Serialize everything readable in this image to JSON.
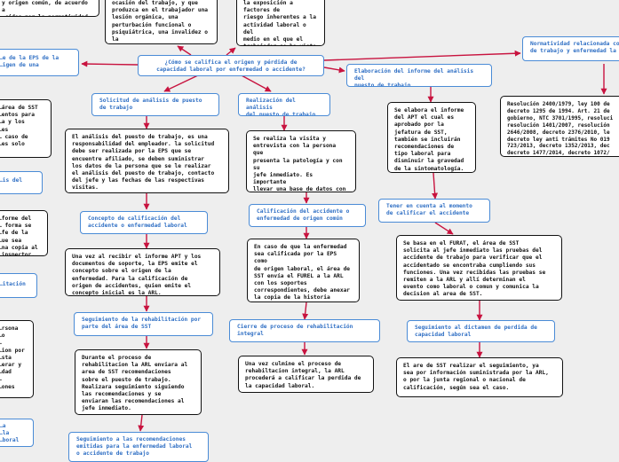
{
  "colors": {
    "connector": "#c8133f",
    "blue_border": "#4a8bd6",
    "blue_text": "#2f6fc4",
    "background": "#eeeeee"
  },
  "nodes": {
    "left_top_text": "y origen común, de acuerdo a\n…cidos por la normatividad",
    "accident_def": "ocasión del trabajo, y que\nproduzca en el trabajador una\nlesión orgánica, una\nperturbación funcional o\npsiquiátrica, una invalidez o la\nmuerte.",
    "disease_def": "la exposición a factores de\nriesgo inherentes a la\nactividad laboral o del\nmedio en el que el\ntrabajador se ha visto\nobligado a trabajar.",
    "central_question": "¿Cómo se califica el origen y pérdida de\ncapacidad laboral por enfermedad o accidente?",
    "left_eps": "…e de la EPS de la\n…igen de una",
    "normativity_title": "Normatividad relacionada co\nde trabajo y enfermedad la",
    "normativity_text": "Resolución 2400/1979, ley 100 de\ndecreto 1295 de 1994. Art. 21 de\ngobierno, NTC 3701/1995, resoluci\nresolución 1401/2007, resolución\n2646/2008, decreto 2376/2010, le\ndecreto ley anti trámites No 019\n723/2013, decreto 1352/2013, dec\ndecreto 1477/2014, decreto 1072/",
    "report_title": "Elaboración del informe del análisis del\npuesto de trabajo",
    "report_text": "Se elabora el informe\ndel APT el cual es\naprobado por la\njefatura de SST,\ntambién se incluirán\nrecomendaciones de\ntipo laboral para\ndisminuir la gravedad\nde la sintomatología.",
    "request_title": "Solicitud de análisis de puesto\nde trabajo",
    "request_text": "El análisis del puesto de trabajo, es una\nresponsabilidad del empleador. la solicitud\ndebe ser realizada por la EPS que se\nencuentre afiliado, se deben suministrar\nlos datos de la persona que se le realizar\nel análisis del puesto de trabajo, contacto\ndel jefe y las fechas de las respectivas\nvisitas.",
    "analysis_title": "Realización del análisis\ndel puesto de trabajo",
    "analysis_text": "Se realiza la visita y\nentrevista con la persona que\npresenta la patología y con su\njefe inmediato. Es importante\nllevar una base de datos con el\nregistro de los mismos fecha de\nsolicitud, quien lo realizo,\ncuando se envió etc.",
    "left_area_text": "…área de SST\n…entos para\n…a y los\n…es\n… caso de\n…es solo",
    "left_blue_1": "…is del",
    "concept_title": "Concepto de calificación del\naccidente o enfermedad laboral",
    "concept_text": "Una vez al recibir el informe APT y los\ndocumentos de soporte, la EPS emite el\nconcepto sobre el origen de la\nenfermedad. Para la calificación de\norigen de accidentes, quien emite el\nconcepto inicial es la ARL.",
    "common_title": "Calificación del accidente o\nenfermedad de origen común",
    "common_text": "En caso de que la enfermedad\nsea calificada por la EPS como\nde origen laboral, el área de\nSST envía el FUREL a la ARL\ncon los soportes\ncorrespondientes, debe anexar\nla copia de la historia\nclínica.",
    "consider_title": "Tener en cuenta al momento\nde calificar el accidente",
    "consider_text": "Se basa en el FURAT, el área de SST\nsolicita al jefe inmediato las pruebas del\naccidente de trabajo para verificar que el\naccidentado se encontraba cumpliendo sus\nfunciones. Una vez recibidas las pruebas se\nremiten a la ARL y allí determinan el\nevento como laboral o comun y comunica la\ndecision al area de SST.",
    "left_informe": "…forme del\n… forma se\n…fe de la\n…ue sea\n…na copia al\n…inspector.",
    "left_blue_2": "…itación",
    "follow_title": "Seguimiento de la rehabilitación por\nparte del área de SST",
    "follow_text": "Durante el proceso de\nrehabilitacion la ARL enviara al\narea de SST recomendaciones\nsobre el puesto de trabajo.\nRealizara seguimiento siguiendo\nlas recomendaciones y se\nenviaran las recomendaciones al\njefe inmediato.",
    "close_title": "Cierre de proceso de rehabilitación\nintegral",
    "close_text": "Una vez culmine el proceso de\nrehabiltacion integral, la ARL\nprocederá a calificar la perdida de\nla capacidad laboral.",
    "opinion_title": "Seguimiento al dictamen de perdida de\ncapacidad laboral",
    "opinion_text": "El are de SST realizar el seguimiento, ya\nsea por información suministrada por la ARL,\no por la junta regional o nacional de\ncalificación, según sea el caso.",
    "left_persona": "…rsona\n…o\n…\n…ion por\n…sta\n…erar y\n…dad\n…\n…ones",
    "left_blue_3": "…a\n…la\n…boral",
    "recs_title": "Seguimiento a las recomendaciones\nemitidas para la enfermedad laboral\no accidente de trabajo"
  }
}
